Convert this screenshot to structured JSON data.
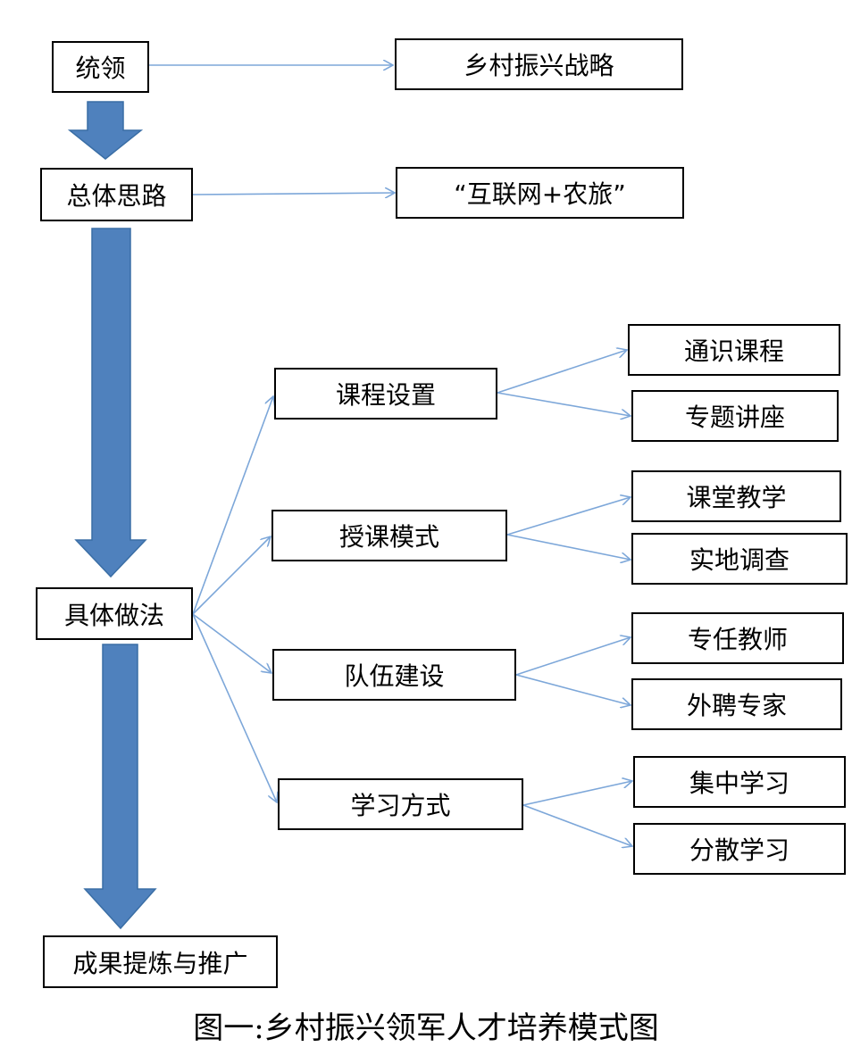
{
  "nodes": {
    "tongling": "统领",
    "strategy": "乡村振兴战略",
    "overall": "总体思路",
    "internet": "“互联网+农旅”",
    "practice": "具体做法",
    "curriculum": "课程设置",
    "general_course": "通识课程",
    "lecture": "专题讲座",
    "teaching_mode": "授课模式",
    "classroom": "课堂教学",
    "field": "实地调查",
    "team": "队伍建设",
    "full_teacher": "专任教师",
    "external_expert": "外聘专家",
    "learning_mode": "学习方式",
    "centralized": "集中学习",
    "scattered": "分散学习",
    "outcome": "成果提炼与推广"
  },
  "caption": "图一:乡村振兴领军人才培养模式图",
  "colors": {
    "arrow_fill": "#4f81bd",
    "arrow_stroke": "#3a6ea5",
    "line": "#7da7d9",
    "border": "#000000"
  }
}
